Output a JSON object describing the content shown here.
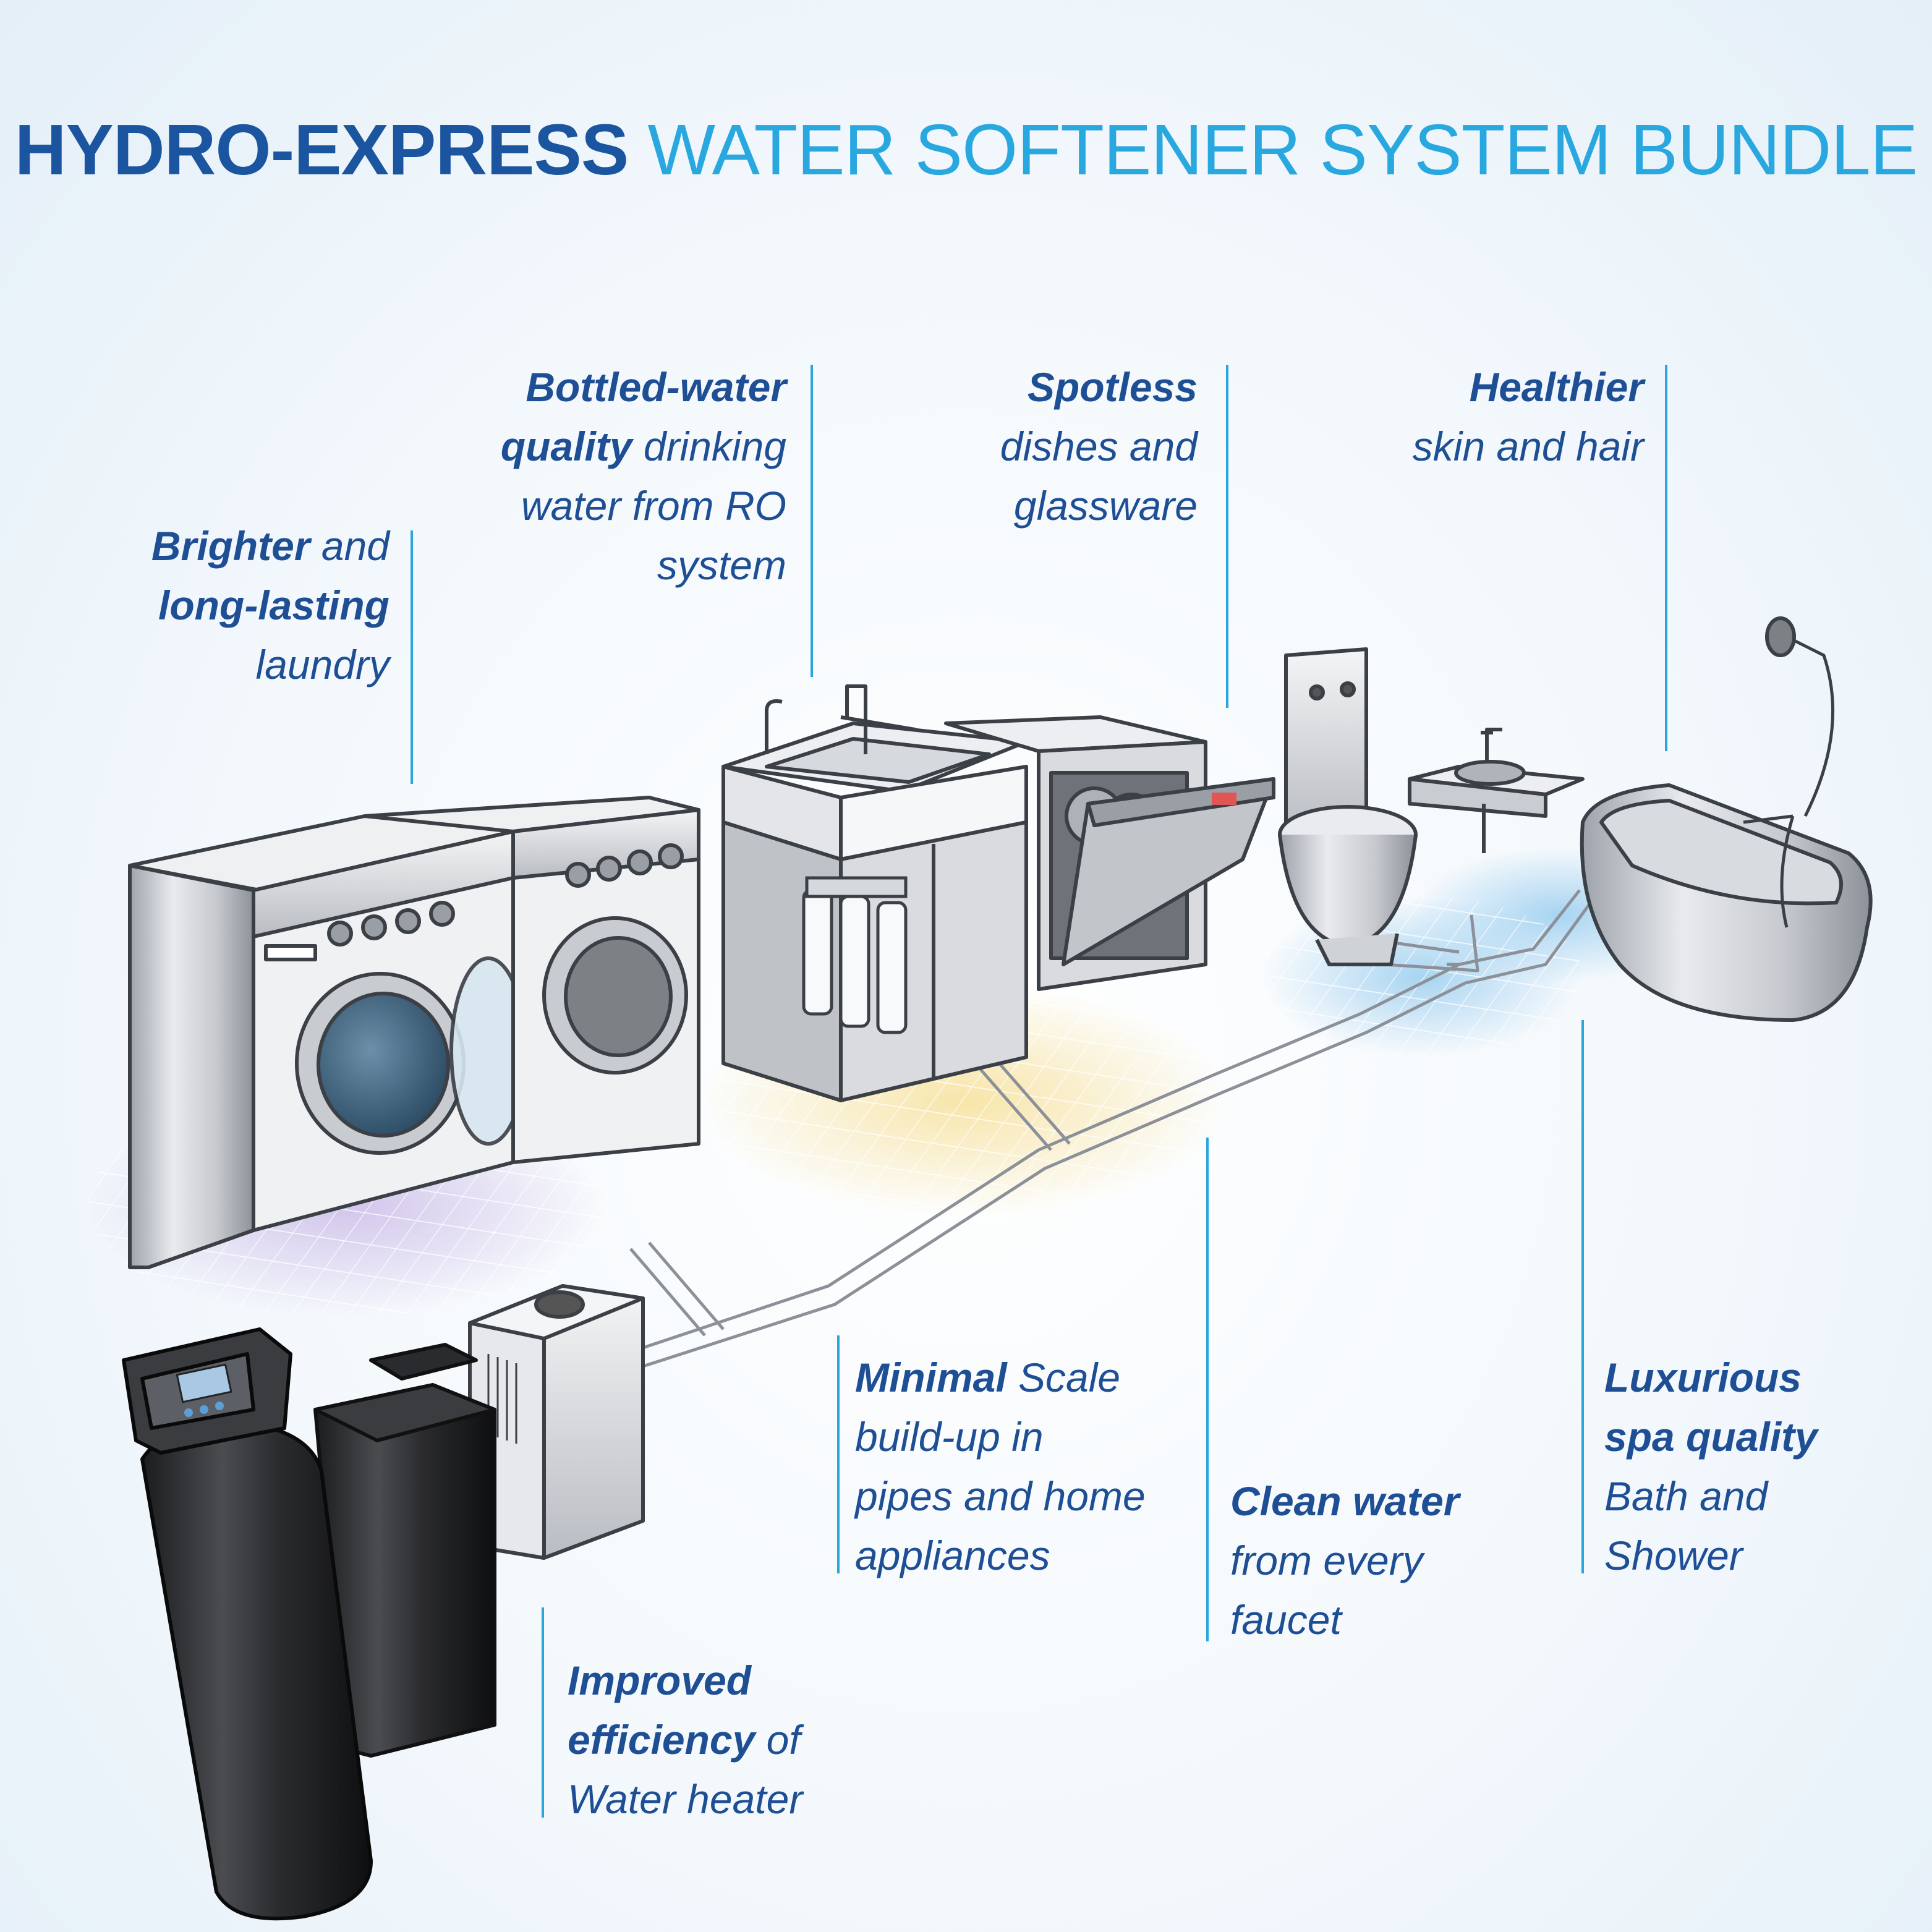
{
  "title": {
    "brand": "HYDRO-EXPRESS",
    "rest": "WATER SOFTENER SYSTEM BUNDLE"
  },
  "callouts": {
    "laundry": {
      "b1": "Brighter",
      "t1": " and",
      "b2": "long-lasting",
      "t3": "laundry"
    },
    "drinking": {
      "b1": "Bottled-water",
      "b2": "quality",
      "t2": " drinking",
      "t3": "water from RO",
      "t4": "system"
    },
    "dishes": {
      "b1": "Spotless",
      "t2": "dishes and",
      "t3": "glassware"
    },
    "skin": {
      "b1": "Healthier",
      "t2": "skin and hair"
    },
    "scale": {
      "b1": "Minimal",
      "t1": " Scale",
      "t2": "build-up in",
      "t3": "pipes and home",
      "t4": "appliances"
    },
    "faucet": {
      "b1": "Clean water",
      "t2": "from every",
      "t3": "faucet"
    },
    "spa": {
      "b1": "Luxurious",
      "b2": "spa quality",
      "t3": "Bath and",
      "t4": "Shower"
    },
    "heater": {
      "b1": "Improved",
      "b2": "efficiency",
      "t2": " of",
      "t3": "Water heater"
    }
  },
  "colors": {
    "brand": "#1b55a0",
    "accent": "#29a8e0",
    "callout_text": "#1e4f95",
    "leader_line": "#2aa6dd",
    "laundry_zone": "#c9b8e6",
    "kitchen_zone": "#f7e2a0",
    "bath_zone": "#9fd0f0"
  },
  "illustrations": [
    "washer-dryer",
    "kitchen-sink",
    "ro-filter",
    "dishwasher",
    "toilet",
    "bathroom-sink",
    "bathtub-shower",
    "water-heater",
    "softener-tank",
    "brine-tank",
    "water-pipe"
  ]
}
